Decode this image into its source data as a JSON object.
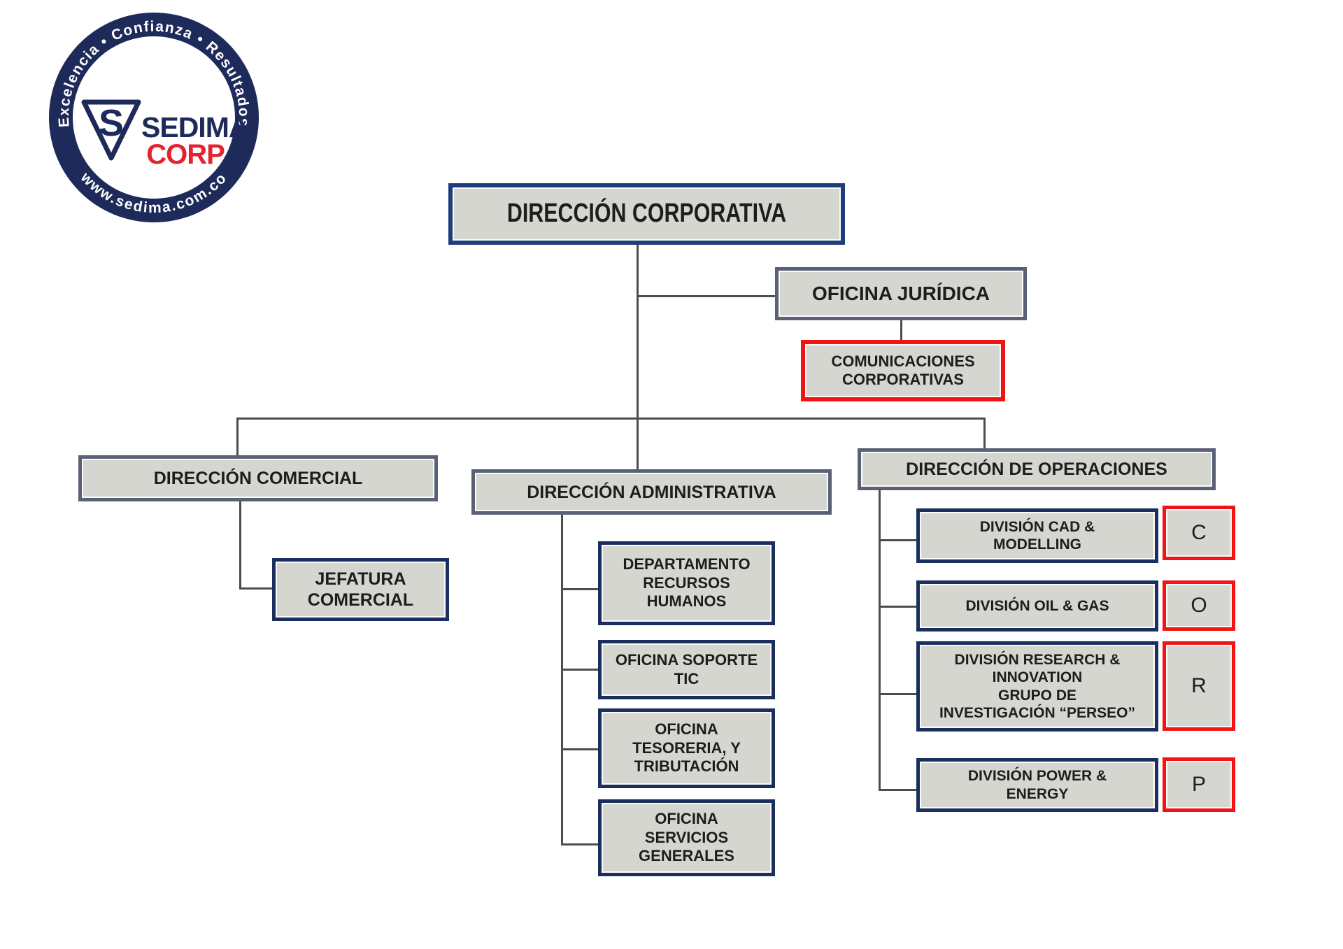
{
  "logo": {
    "arc_top": "Excelencia • Confianza • Resultados",
    "arc_bottom": "www.sedima.com.co",
    "monogram": "S",
    "name": "SEDIMA",
    "suffix": "CORP",
    "navy": "#1e2a5a",
    "red": "#e32330"
  },
  "org": {
    "root": {
      "label": "DIRECCIÓN CORPORATIVA"
    },
    "juridica": {
      "label": "OFICINA JURÍDICA"
    },
    "comunicaciones": {
      "label": "COMUNICACIONES\nCORPORATIVAS"
    },
    "comercial": {
      "label": "DIRECCIÓN COMERCIAL",
      "children": [
        {
          "label": "JEFATURA\nCOMERCIAL"
        }
      ]
    },
    "administrativa": {
      "label": "DIRECCIÓN ADMINISTRATIVA",
      "children": [
        {
          "label": "DEPARTAMENTO\nRECURSOS\nHUMANOS"
        },
        {
          "label": "OFICINA SOPORTE\nTIC"
        },
        {
          "label": "OFICINA\nTESORERIA, Y\nTRIBUTACIÓN"
        },
        {
          "label": "OFICINA\nSERVICIOS\nGENERALES"
        }
      ]
    },
    "operaciones": {
      "label": "DIRECCIÓN DE OPERACIONES",
      "children": [
        {
          "label": "DIVISIÓN CAD &\nMODELLING",
          "code": "C"
        },
        {
          "label": "DIVISIÓN OIL & GAS",
          "code": "O"
        },
        {
          "label": "DIVISIÓN RESEARCH &\nINNOVATION\nGRUPO DE\nINVESTIGACIÓN “PERSEO”",
          "code": "R"
        },
        {
          "label": "DIVISIÓN POWER &\nENERGY",
          "code": "P"
        }
      ]
    }
  },
  "colors": {
    "box_fill": "#d6d6d1",
    "navy_border": "#1b2f5e",
    "corporate_border": "#1f3c7d",
    "header_border": "#5a6177",
    "red_border": "#f21414",
    "connector": "#4d4d4d",
    "text": "#1d1d1d",
    "logo_navy": "#1e2a5a",
    "logo_red": "#e32330"
  }
}
